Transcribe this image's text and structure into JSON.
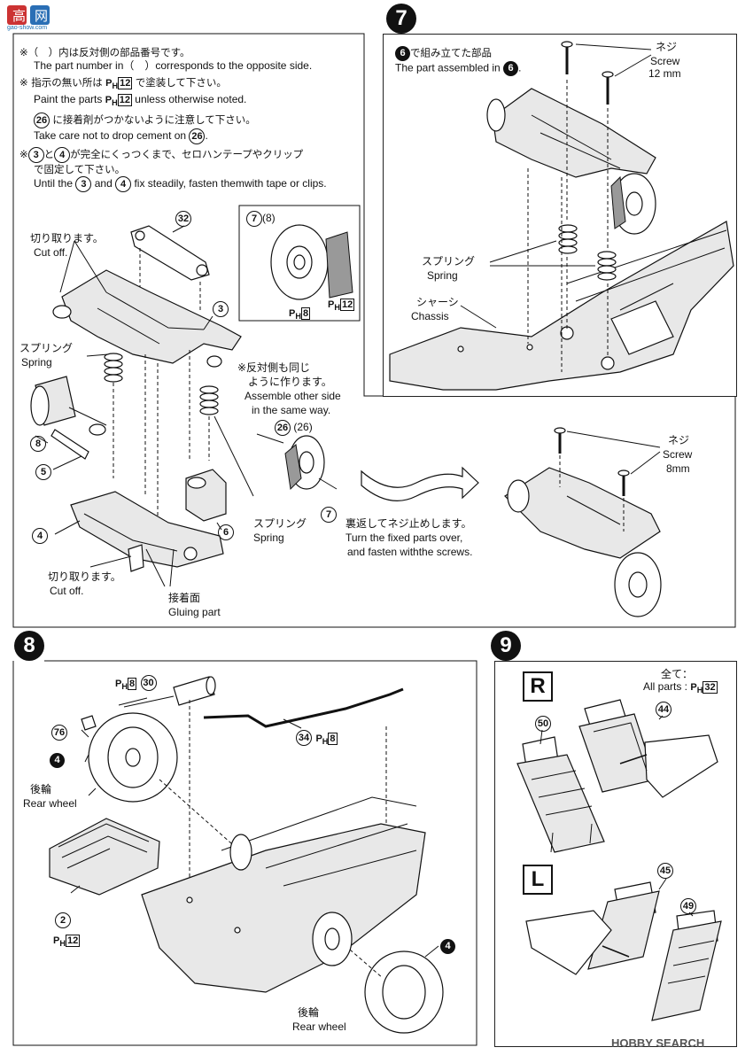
{
  "watermark_top": {
    "site": "gao-show.com"
  },
  "watermark_bottom": {
    "brand": "HOBBY SEARCH"
  },
  "notes": {
    "line1_jp": "※（　）内は反対側の部品番号です。",
    "line1_en": "The part number in（　）corresponds to the opposite side.",
    "line2_jp": "※ 指示の無い所は",
    "line2_jp_end": "で塗装して下さい。",
    "line2_en_a": "Paint the parts",
    "line2_en_b": "unless otherwise noted.",
    "paint_code_12": "12",
    "line3_jp": "に接着剤がつかないように注意して下さい。",
    "line3_en": "Take care not to drop cement on",
    "part26": "26",
    "line4_jp_a": "※",
    "line4_jp_b": "と",
    "line4_jp_c": "が完全にくっつくまで、セロハンテープやクリップ",
    "line4_jp_d": "で固定して下さい。",
    "line4_en_a": "Until the",
    "line4_en_b": "and",
    "line4_en_c": "fix steadily, fasten themwith tape or clips.",
    "part3": "3",
    "part4": "4"
  },
  "step6_left": {
    "part32": "32",
    "part3": "3",
    "part8": "8",
    "part5": "5",
    "part4": "4",
    "part6": "6",
    "part7": "7",
    "part26": "26",
    "part26b": "(26)",
    "cutoff_jp": "切り取ります。",
    "cutoff_en": "Cut off.",
    "spring_jp": "スプリング",
    "spring_en": "Spring",
    "spring2_jp": "スプリング",
    "spring2_en": "Spring",
    "cutoff2_jp": "切り取ります。",
    "cutoff2_en": "Cut off.",
    "glue_jp": "接着面",
    "glue_en": "Gluing part",
    "other_side_jp1": "※反対側も同じ",
    "other_side_jp2": "ように作ります。",
    "other_side_en1": "Assemble other side",
    "other_side_en2": "in the same way.",
    "inset_label": "(8)",
    "inset_part7": "7",
    "inset_ph8": "8",
    "inset_ph12": "12"
  },
  "step7": {
    "number": "7",
    "assembled_jp": "で組み立てた部品",
    "assembled_en": "The part assembled in",
    "part6": "6",
    "screw_jp": "ネジ",
    "screw_en": "Screw",
    "screw_size": "12 mm",
    "spring_jp": "スプリング",
    "spring_en": "Spring",
    "chassis_jp": "シャーシ",
    "chassis_en": "Chassis",
    "screw2_jp": "ネジ",
    "screw2_en": "Screw",
    "screw2_size": "8mm",
    "turn_jp": "裏返してネジ止めします。",
    "turn_en1": "Turn the fixed parts over,",
    "turn_en2": "and fasten withthe screws."
  },
  "step8": {
    "number": "8",
    "part30": "30",
    "ph8a": "8",
    "part76": "76",
    "part34": "34",
    "ph8b": "8",
    "part4a": "4",
    "rear_wheel_jp": "後輪",
    "rear_wheel_en": "Rear wheel",
    "part2": "2",
    "ph12": "12",
    "part4b": "4",
    "rear_wheel2_jp": "後輪",
    "rear_wheel2_en": "Rear wheel"
  },
  "step9": {
    "number": "9",
    "all_jp": "全て：",
    "all_en": "All parts :",
    "ph32": "32",
    "right": "R",
    "left": "L",
    "part44": "44",
    "part50": "50",
    "part45": "45",
    "part49": "49"
  }
}
